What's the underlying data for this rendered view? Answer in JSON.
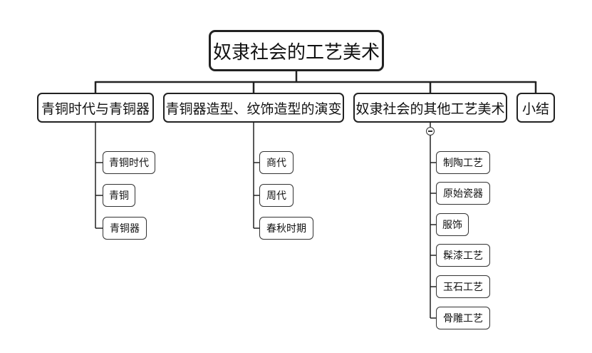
{
  "root": {
    "label": "奴隶社会的工艺美术"
  },
  "branches": [
    {
      "label": "青铜时代与青铜器",
      "children": [
        "青铜时代",
        "青铜",
        "青铜器"
      ]
    },
    {
      "label": "青铜器造型、纹饰造型的演变",
      "children": [
        "商代",
        "周代",
        "春秋时期"
      ]
    },
    {
      "label": "奴隶社会的其他工艺美术",
      "children": [
        "制陶工艺",
        "原始瓷器",
        "服饰",
        "髹漆工艺",
        "玉石工艺",
        "骨雕工艺"
      ]
    },
    {
      "label": "小结",
      "children": []
    }
  ]
}
